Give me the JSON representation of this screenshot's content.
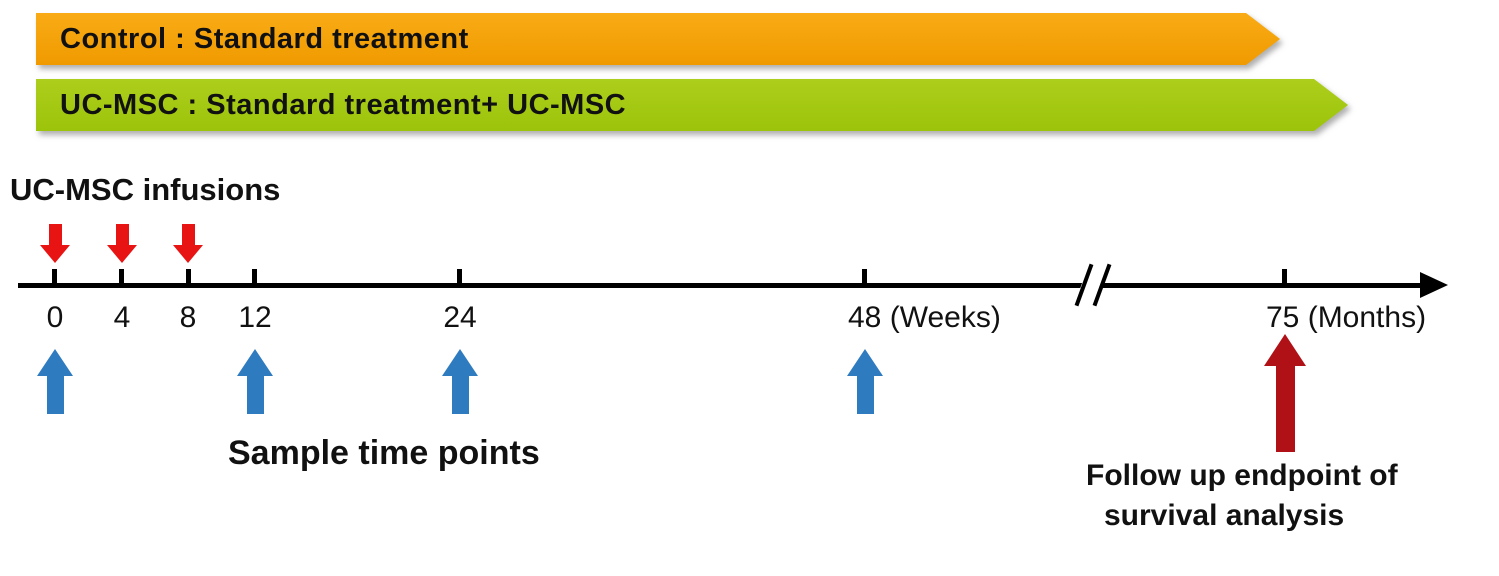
{
  "colors": {
    "control_banner": "#F09A00",
    "ucmsc_banner": "#9CC40A",
    "infusion_arrow": "#E81313",
    "sample_arrow": "#2F7BC0",
    "endpoint_arrow": "#B01116",
    "axis": "#000000",
    "text": "#111111"
  },
  "legend": {
    "control_label": "Control  : Standard treatment",
    "ucmsc_label": "UC-MSC : Standard treatment+ UC-MSC"
  },
  "annotations": {
    "infusions": "UC-MSC  infusions",
    "sample_points": "Sample time points",
    "followup_line1": "Follow up endpoint of",
    "followup_line2": "survival analysis"
  },
  "timeline": {
    "tick_labels": [
      "0",
      "4",
      "8",
      "12",
      "24",
      "48 (Weeks)",
      "75 (Months)"
    ],
    "infusion_weeks": [
      0,
      4,
      8
    ],
    "sample_time_point_weeks": [
      0,
      12,
      24,
      48
    ],
    "followup_endpoint": "75 Months",
    "axis_break_between": [
      "48 Weeks",
      "75 Months"
    ]
  }
}
